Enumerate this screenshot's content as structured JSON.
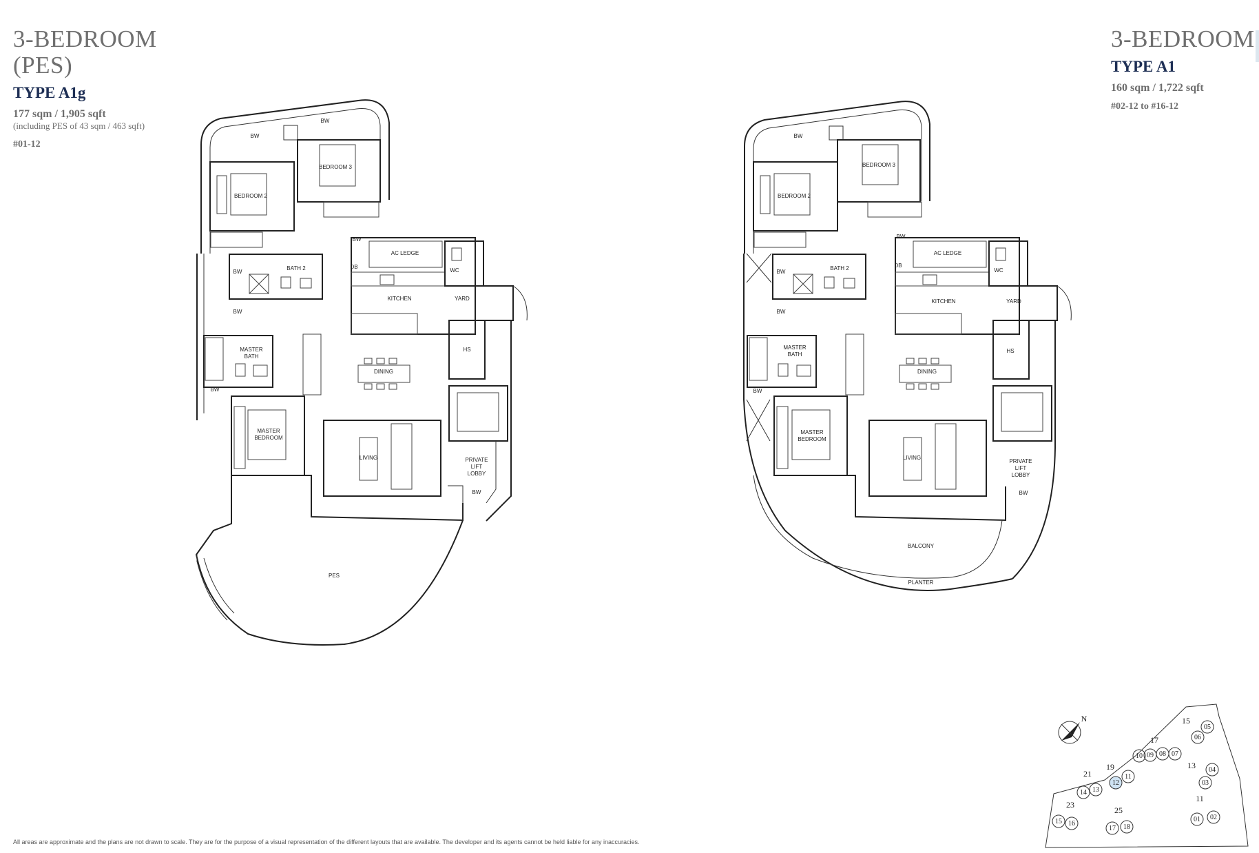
{
  "left_plan": {
    "title_line1": "3-BEDROOM",
    "title_line2": "(PES)",
    "type": "TYPE A1g",
    "area": "177 sqm / 1,905 sqft",
    "area_note": "(including PES of 43 sqm / 463 sqft)",
    "units": "#01-12",
    "rooms": {
      "bw": "BW",
      "db": "DB",
      "bedroom3": "BEDROOM 3",
      "bedroom2": "BEDROOM 2",
      "ac_ledge": "AC LEDGE",
      "wc": "WC",
      "bath2": "BATH 2",
      "kitchen": "KITCHEN",
      "yard": "YARD",
      "master_bath_1": "MASTER",
      "master_bath_2": "BATH",
      "dining": "DINING",
      "hs": "HS",
      "master_bed_1": "MASTER",
      "master_bed_2": "BEDROOM",
      "living": "LIVING",
      "lobby_1": "PRIVATE",
      "lobby_2": "LIFT",
      "lobby_3": "LOBBY",
      "pes": "PES"
    }
  },
  "right_plan": {
    "title_line1": "3-BEDROOM",
    "type": "TYPE A1",
    "area": "160 sqm / 1,722 sqft",
    "units": "#02-12 to #16-12",
    "rooms": {
      "bw": "BW",
      "db": "DB",
      "bedroom3": "BEDROOM 3",
      "bedroom2": "BEDROOM 2",
      "ac_ledge": "AC LEDGE",
      "wc": "WC",
      "bath2": "BATH 2",
      "kitchen": "KITCHEN",
      "yard": "YARD",
      "master_bath_1": "MASTER",
      "master_bath_2": "BATH",
      "dining": "DINING",
      "hs": "HS",
      "master_bed_1": "MASTER",
      "master_bed_2": "BEDROOM",
      "living": "LIVING",
      "lobby_1": "PRIVATE",
      "lobby_2": "LIFT",
      "lobby_3": "LOBBY",
      "balcony": "BALCONY",
      "planter": "PLANTER"
    }
  },
  "key_plan": {
    "north": "N",
    "blocks": {
      "b15": "15",
      "b17": "17",
      "b19": "19",
      "b21": "21",
      "b13": "13",
      "b11": "11",
      "b23": "23",
      "b25": "25"
    },
    "units": {
      "u05": "05",
      "u06": "06",
      "u10": "10",
      "u09": "09",
      "u08": "08",
      "u07": "07",
      "u04": "04",
      "u03": "03",
      "u12": "12",
      "u11": "11",
      "u14": "14",
      "u13": "13",
      "u01": "01",
      "u02": "02",
      "u15": "15",
      "u16": "16",
      "u17": "17",
      "u18": "18"
    },
    "highlight_color": "#cfe3f3"
  },
  "disclaimer": "All areas are approximate and the plans are not drawn to scale. They are for the purpose of a visual representation of the different layouts that are available. The developer and its agents cannot be held liable for any inaccuracies.",
  "colors": {
    "title_grey": "#6f6f6f",
    "type_navy": "#1e2f55"
  }
}
